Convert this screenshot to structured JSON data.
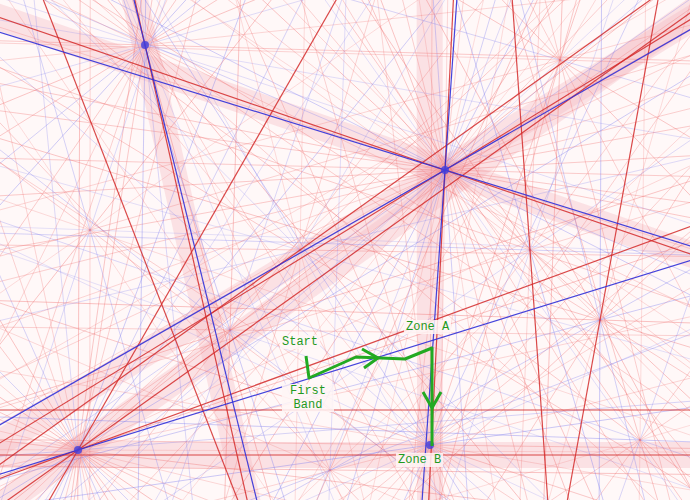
{
  "diagram": {
    "labels": [
      "Start",
      "Zone A",
      "First Band",
      "Zone B"
    ]
  }
}
